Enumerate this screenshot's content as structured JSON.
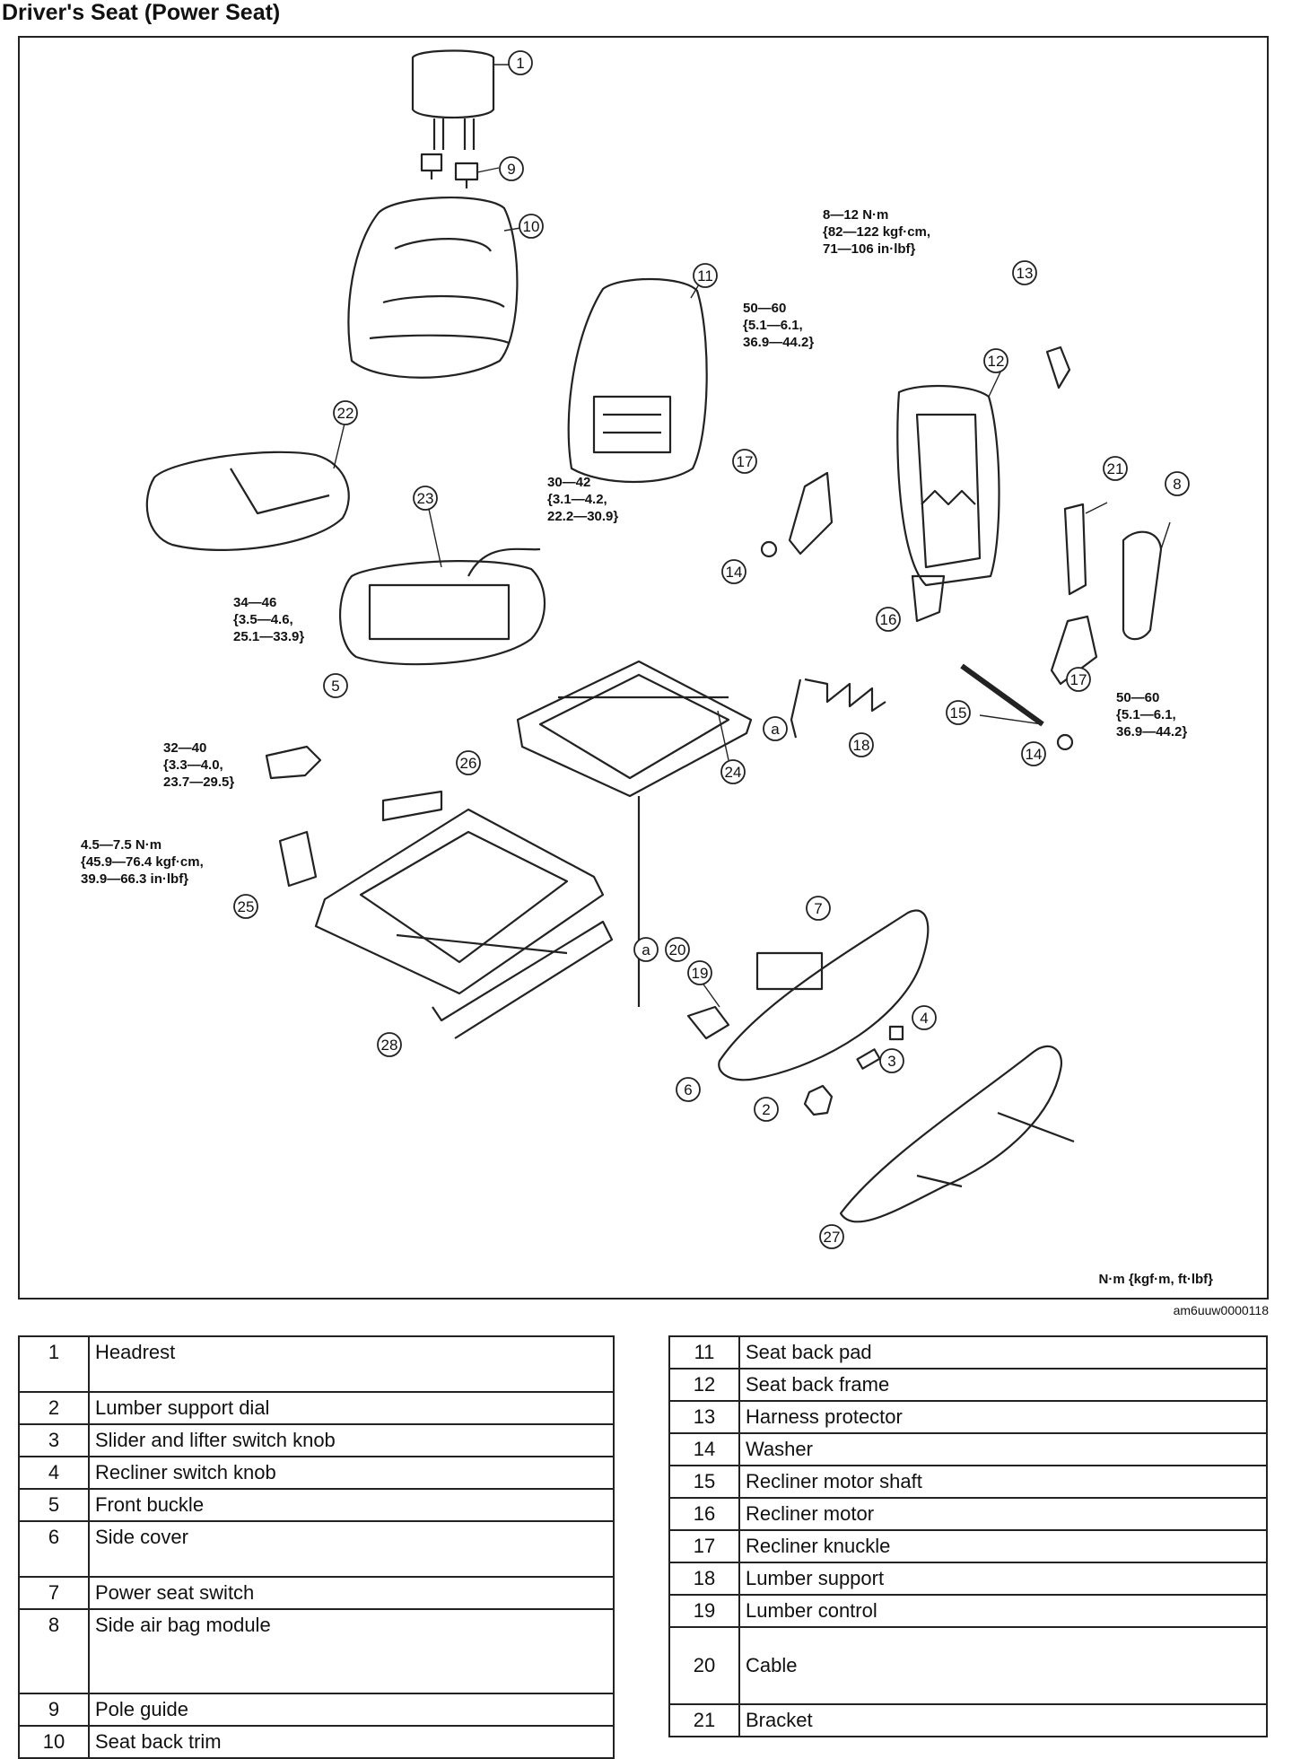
{
  "title": "Driver's Seat (Power Seat)",
  "diagram": {
    "callouts": [
      "1",
      "2",
      "3",
      "4",
      "5",
      "6",
      "7",
      "8",
      "9",
      "10",
      "11",
      "12",
      "13",
      "14",
      "15",
      "16",
      "17",
      "18",
      "19",
      "20",
      "21",
      "22",
      "23",
      "24",
      "25",
      "26",
      "27",
      "28"
    ],
    "letter_callout": "a",
    "torques": [
      {
        "lines": [
          "8—12 N·m",
          "{82—122 kgf·cm,",
          "71—106 in·lbf}"
        ]
      },
      {
        "lines": [
          "50—60",
          "{5.1—6.1,",
          "36.9—44.2}"
        ]
      },
      {
        "lines": [
          "30—42",
          "{3.1—4.2,",
          "22.2—30.9}"
        ]
      },
      {
        "lines": [
          "34—46",
          "{3.5—4.6,",
          "25.1—33.9}"
        ]
      },
      {
        "lines": [
          "32—40",
          "{3.3—4.0,",
          "23.7—29.5}"
        ]
      },
      {
        "lines": [
          "4.5—7.5  N·m",
          "{45.9—76.4 kgf·cm,",
          "39.9—66.3 in·lbf}"
        ]
      },
      {
        "lines": [
          "50—60",
          "{5.1—6.1,",
          "36.9—44.2}"
        ]
      }
    ],
    "unit_legend": "N·m {kgf·m, ft·lbf}",
    "figure_id": "am6uuw0000118"
  },
  "parts_left": [
    {
      "num": "1",
      "name": "Headrest"
    },
    {
      "num": "2",
      "name": "Lumber support dial"
    },
    {
      "num": "3",
      "name": "Slider and lifter switch knob"
    },
    {
      "num": "4",
      "name": "Recliner switch knob"
    },
    {
      "num": "5",
      "name": "Front buckle"
    },
    {
      "num": "6",
      "name": "Side cover"
    },
    {
      "num": "7",
      "name": "Power seat switch"
    },
    {
      "num": "8",
      "name": "Side air bag module"
    },
    {
      "num": "9",
      "name": "Pole guide"
    },
    {
      "num": "10",
      "name": "Seat back trim"
    }
  ],
  "parts_right": [
    {
      "num": "11",
      "name": "Seat back pad"
    },
    {
      "num": "12",
      "name": "Seat back frame"
    },
    {
      "num": "13",
      "name": "Harness protector"
    },
    {
      "num": "14",
      "name": "Washer"
    },
    {
      "num": "15",
      "name": "Recliner motor shaft"
    },
    {
      "num": "16",
      "name": "Recliner motor"
    },
    {
      "num": "17",
      "name": "Recliner knuckle"
    },
    {
      "num": "18",
      "name": "Lumber support"
    },
    {
      "num": "19",
      "name": "Lumber control"
    },
    {
      "num": "20",
      "name": "Cable"
    },
    {
      "num": "21",
      "name": "Bracket"
    }
  ]
}
